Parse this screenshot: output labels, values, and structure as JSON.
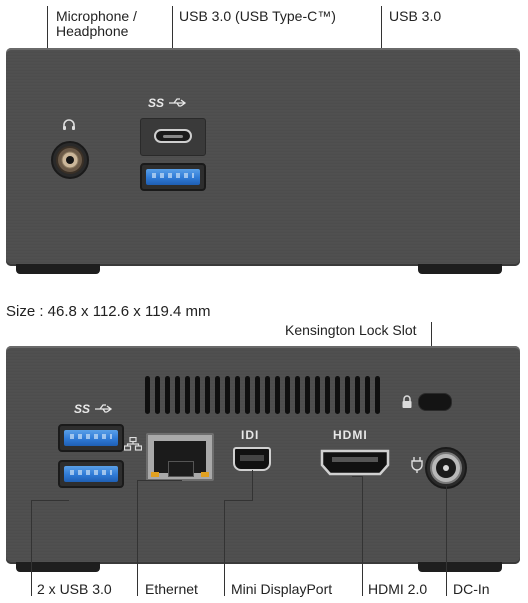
{
  "labels": {
    "mic": "Microphone /",
    "mic2": "Headphone",
    "usbc": "USB 3.0 (USB Type-C™)",
    "usb3": "USB 3.0",
    "size": "Size : 46.8 x 112.6 x 119.4 mm",
    "kensington": "Kensington Lock Slot",
    "usb2x": "2 x USB 3.0",
    "ethernet": "Ethernet",
    "minidp": "Mini DisplayPort",
    "hdmi": "HDMI 2.0",
    "dcin": "DC-In"
  },
  "port_logos": {
    "ss_front": "SS",
    "ss_rear": "SS",
    "hdmi": "HDMI",
    "mdp": "IDI"
  },
  "icons": [
    "headphone-icon",
    "superspeed-usb-icon",
    "ethernet-icon",
    "lock-icon",
    "power-plug-icon"
  ],
  "colors": {
    "usb_blue": "#2f7ad6",
    "body": "#505050",
    "feet": "#1e1e1e"
  }
}
